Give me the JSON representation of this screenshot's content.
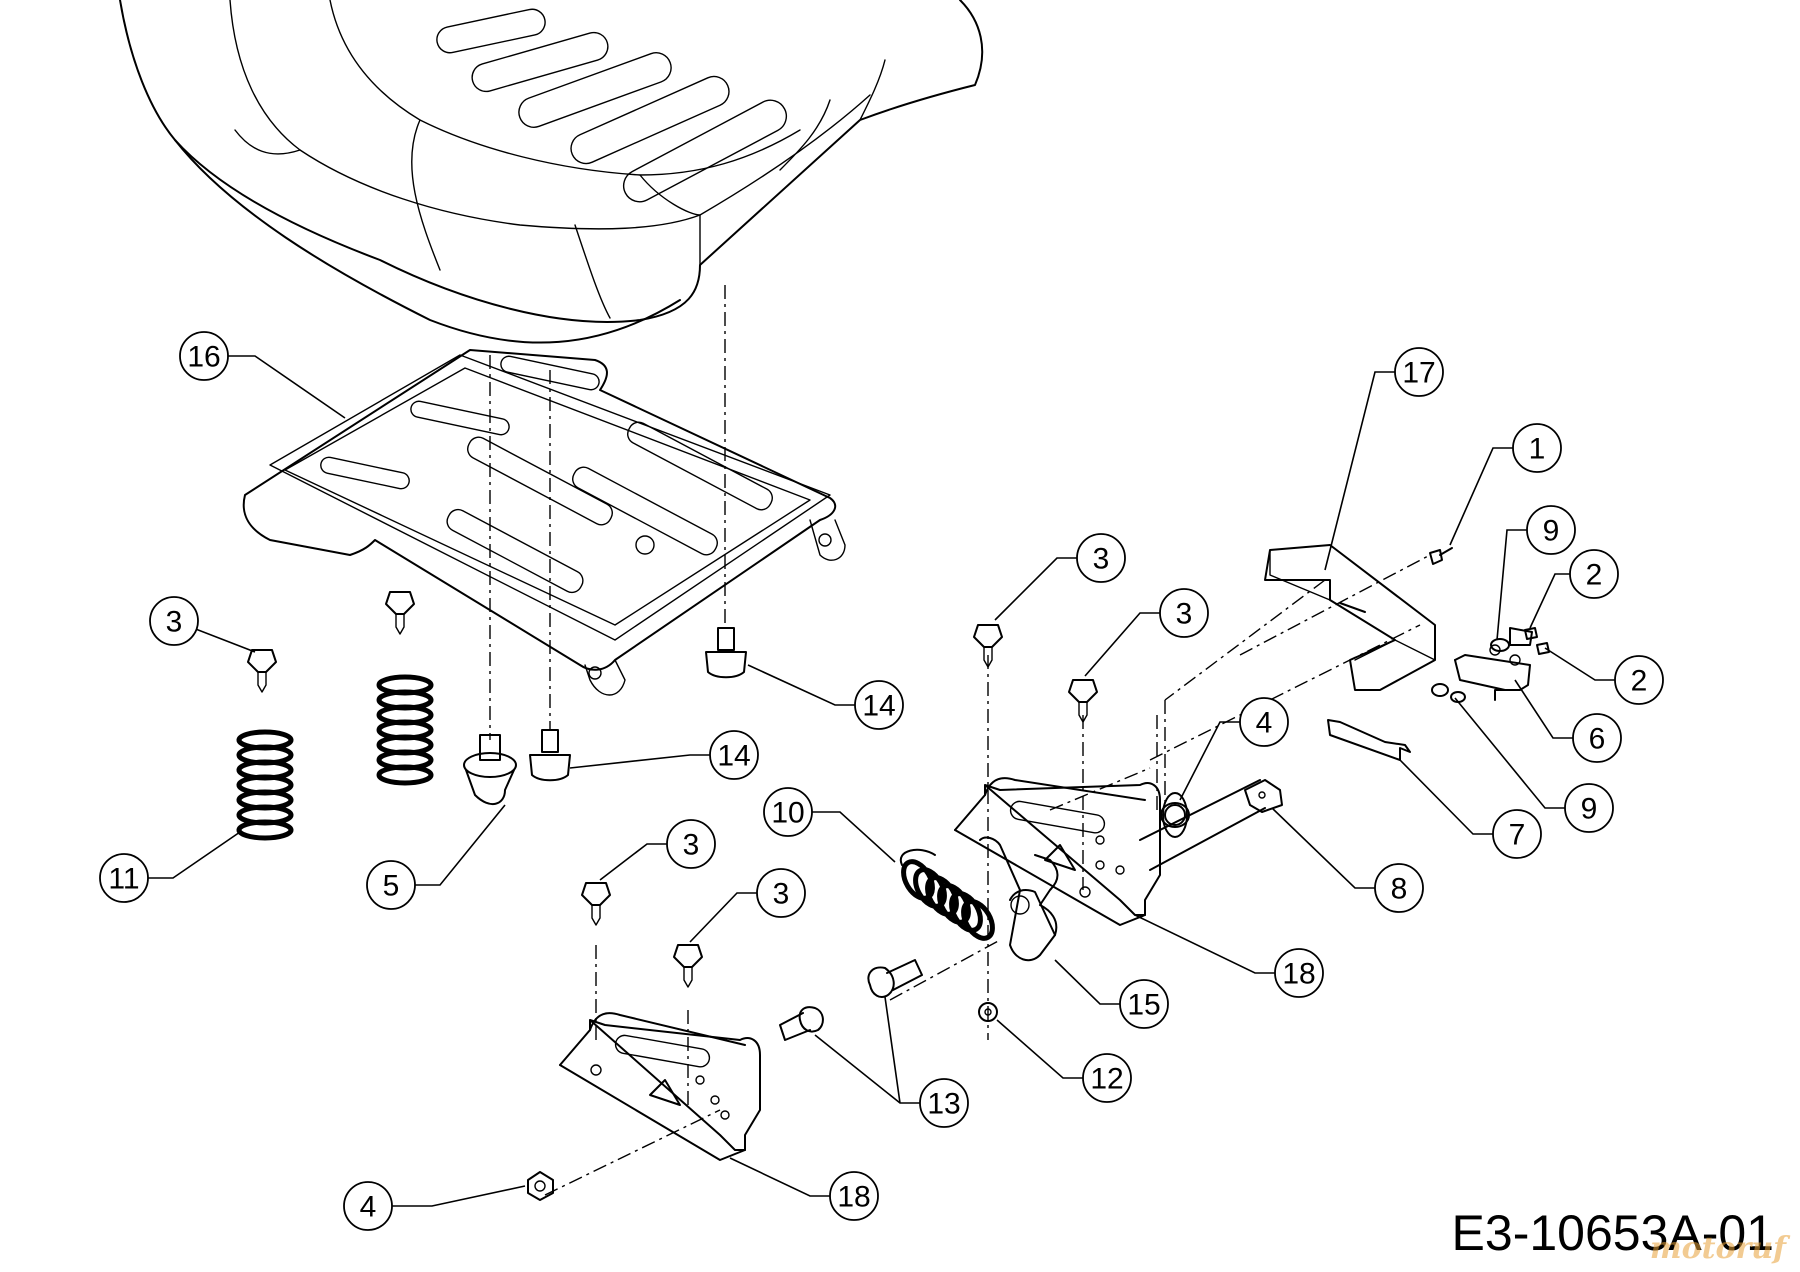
{
  "drawing": {
    "id": "E3-10653A-01",
    "watermark": "motoruf"
  },
  "callouts": [
    {
      "ref": "16",
      "part": "seat-pan"
    },
    {
      "ref": "17",
      "part": "switch-cover"
    },
    {
      "ref": "1",
      "part": "screw"
    },
    {
      "ref": "9",
      "part": "washer"
    },
    {
      "ref": "2",
      "part": "screw"
    },
    {
      "ref": "2",
      "part": "screw"
    },
    {
      "ref": "6",
      "part": "bracket"
    },
    {
      "ref": "9",
      "part": "washer"
    },
    {
      "ref": "7",
      "part": "clip"
    },
    {
      "ref": "8",
      "part": "switch"
    },
    {
      "ref": "3",
      "part": "bolt"
    },
    {
      "ref": "3",
      "part": "bolt"
    },
    {
      "ref": "4",
      "part": "nut"
    },
    {
      "ref": "18",
      "part": "seat-rail"
    },
    {
      "ref": "10",
      "part": "spring"
    },
    {
      "ref": "15",
      "part": "lever"
    },
    {
      "ref": "12",
      "part": "lock-washer"
    },
    {
      "ref": "13",
      "part": "shoulder-bolt"
    },
    {
      "ref": "3",
      "part": "bolt"
    },
    {
      "ref": "3",
      "part": "bolt"
    },
    {
      "ref": "3",
      "part": "bolt"
    },
    {
      "ref": "14",
      "part": "bumper"
    },
    {
      "ref": "14",
      "part": "bumper"
    },
    {
      "ref": "11",
      "part": "spring"
    },
    {
      "ref": "5",
      "part": "pivot-bushing"
    },
    {
      "ref": "4",
      "part": "nut"
    },
    {
      "ref": "18",
      "part": "seat-rail"
    }
  ]
}
